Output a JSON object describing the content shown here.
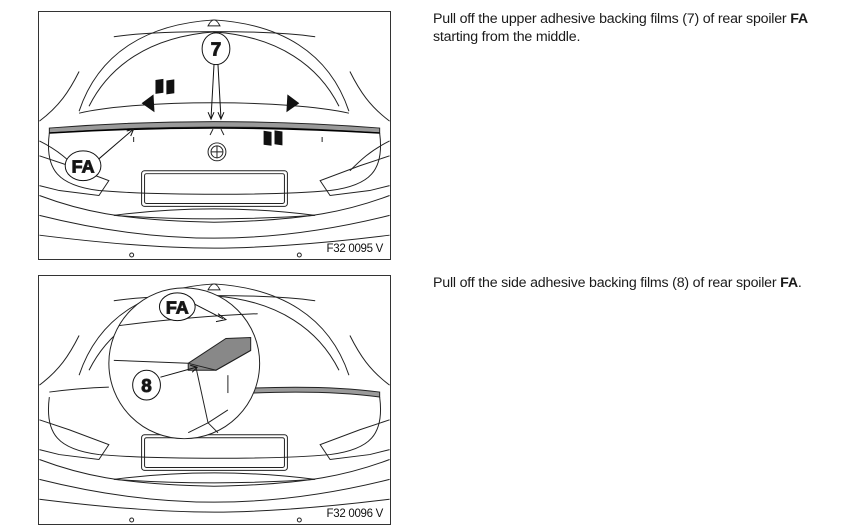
{
  "steps": [
    {
      "figure_code": "F32 0095 V",
      "callouts": {
        "part": "FA",
        "item": "7"
      },
      "text_before": "Pull off the upper adhesive backing films (7) of rear spoiler ",
      "bold": "FA",
      "text_after": " starting from the middle."
    },
    {
      "figure_code": "F32 0096 V",
      "callouts": {
        "part": "FA",
        "item": "8"
      },
      "text_before": "Pull off the side adhesive backing films (8) of rear spoiler ",
      "bold": "FA",
      "text_after": "."
    }
  ]
}
